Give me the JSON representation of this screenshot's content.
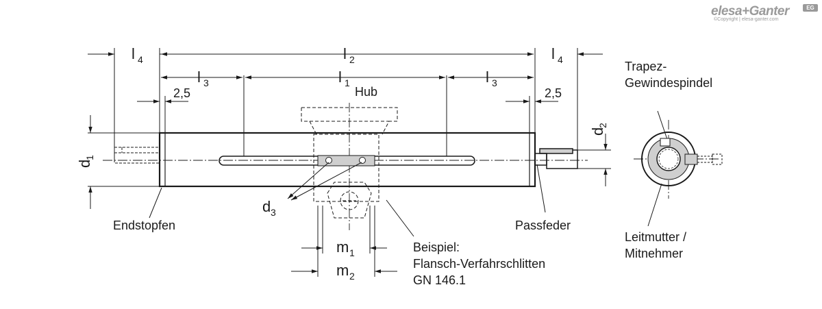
{
  "logo": {
    "brand": "elesa+Ganter",
    "copyright": "©Copyright | elesa-ganter.com",
    "badge": "EG"
  },
  "dimensions": {
    "l4_left": "l",
    "l4_left_sub": "4",
    "l2": "l",
    "l2_sub": "2",
    "l4_right": "l",
    "l4_right_sub": "4",
    "l3_left": "l",
    "l3_left_sub": "3",
    "l1": "l",
    "l1_sub": "1",
    "l3_right": "l",
    "l3_right_sub": "3",
    "hub": "Hub",
    "gap_left": "2,5",
    "gap_right": "2,5",
    "d1": "d",
    "d1_sub": "1",
    "d2": "d",
    "d2_sub": "2",
    "d3": "d",
    "d3_sub": "3",
    "m1": "m",
    "m1_sub": "1",
    "m2": "m",
    "m2_sub": "2"
  },
  "labels": {
    "endstopfen": "Endstopfen",
    "passfeder": "Passfeder",
    "beispiel_1": "Beispiel:",
    "beispiel_2": "Flansch-Verfahrschlitten",
    "beispiel_3": "GN 146.1",
    "trapez_1": "Trapez-",
    "trapez_2": "Gewindespindel",
    "leitmutter_1": "Leitmutter /",
    "leitmutter_2": "Mitnehmer"
  }
}
